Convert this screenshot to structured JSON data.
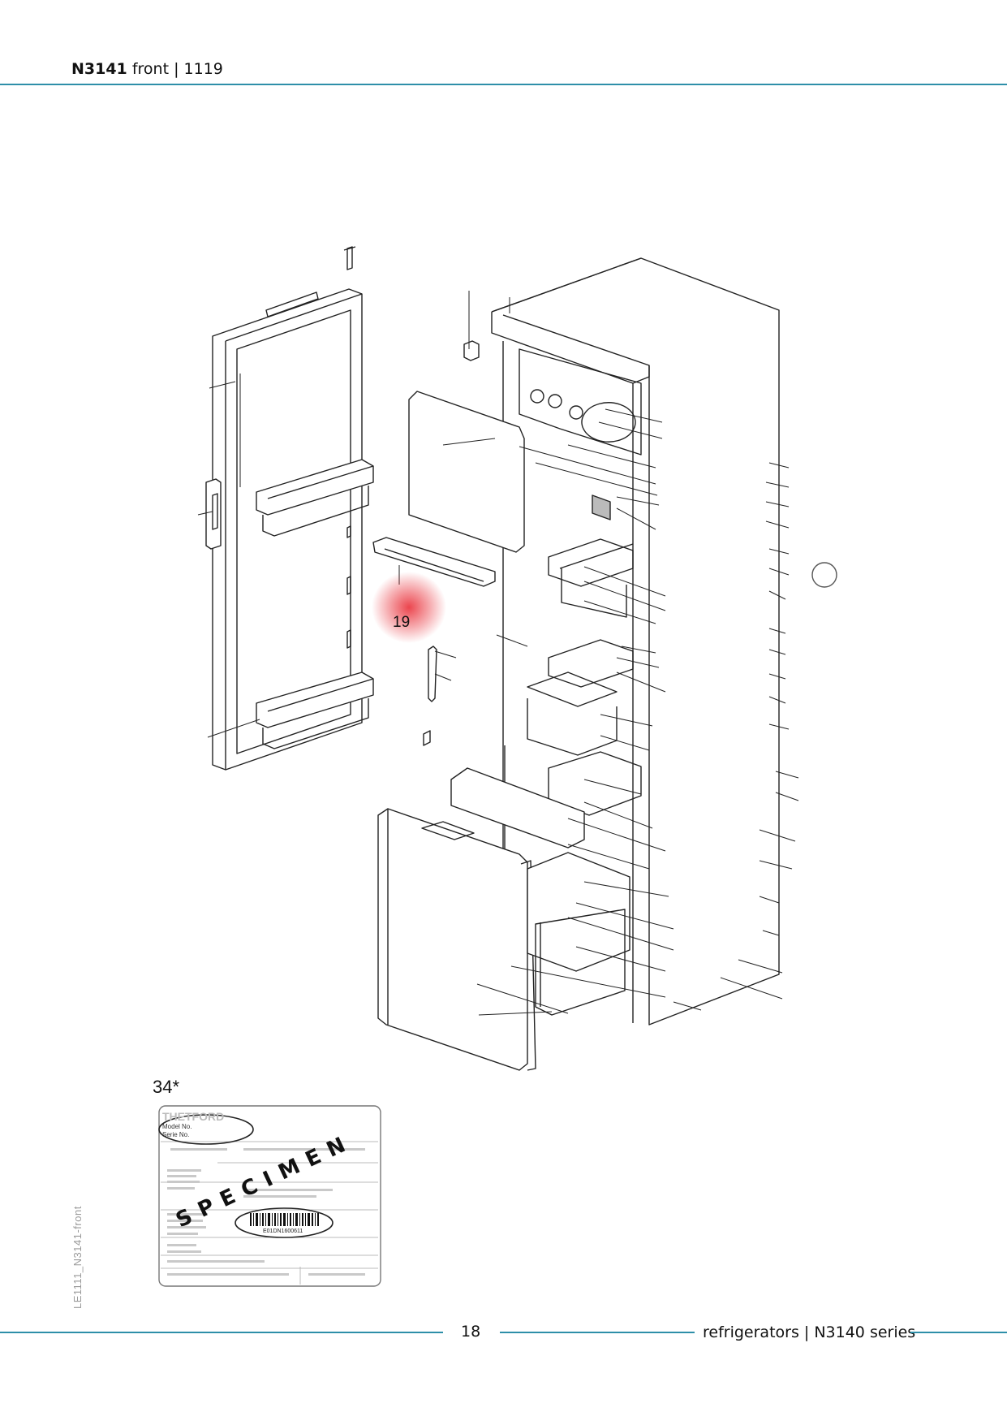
{
  "header": {
    "model": "N3141",
    "view": "front",
    "code": "1119"
  },
  "footer": {
    "page_number": "18",
    "series": "refrigerators | N3140 series"
  },
  "side_code": "LE1111_N3141-front",
  "callouts": {
    "part_19": "19",
    "part_34": "34*"
  },
  "label_specimen": {
    "brand": "THETFORD",
    "model_no": "Model No.",
    "serie_no": "Serie No.",
    "watermark": "SPECIMEN",
    "barcode_number": "E01DN1600611"
  },
  "colors": {
    "accent_rule": "#2e8fa9",
    "highlight": "#e8252f"
  }
}
